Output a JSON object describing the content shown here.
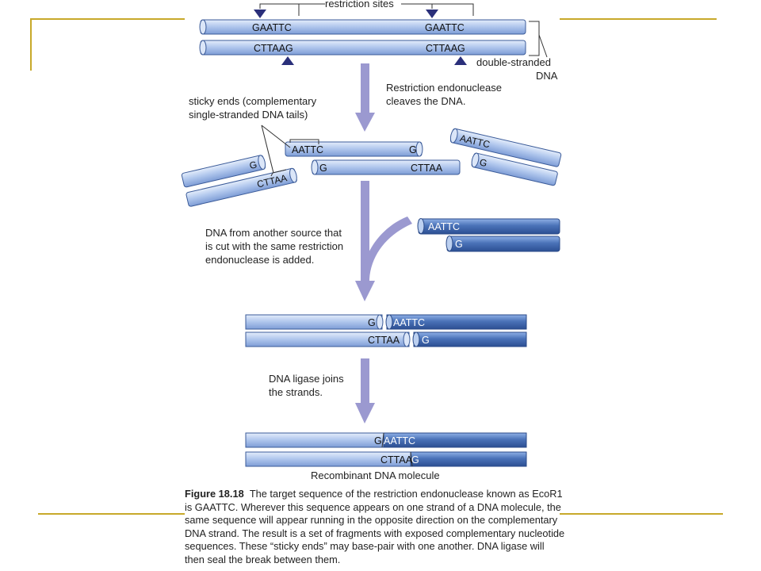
{
  "labels": {
    "restriction_sites": "restriction sites",
    "double_stranded": "double-stranded",
    "dna": "DNA",
    "step1_line1": "Restriction endonuclease",
    "step1_line2": "cleaves the DNA.",
    "sticky_line1": "sticky ends (complementary",
    "sticky_line2": "single-stranded DNA tails)",
    "step2_line1": "DNA from another source that",
    "step2_line2": "is cut with the same restriction",
    "step2_line3": "endonuclease is added.",
    "step3_line1": "DNA ligase joins",
    "step3_line2": "the strands.",
    "final": "Recombinant DNA molecule"
  },
  "sequences": {
    "gaattc": "GAATTC",
    "cttaag": "CTTAAG",
    "aattc": "AATTC",
    "g": "G",
    "cttaa": "CTTAA",
    "g_aattc_a": "G",
    "g_aattc_b": "AATTC",
    "cttaa_g_a": "CTTAA",
    "cttaa_g_b": "G"
  },
  "caption": {
    "figure_label": "Figure 18.18",
    "text": "The target sequence of the restriction endonuclease known as EcoR1 is GAATTC. Wherever this sequence appears on one strand of a DNA molecule, the same sequence will appear running in the opposite direction on the complementary DNA strand. The result is a set of fragments with exposed complementary nucleotide sequences. These “sticky ends” may base-pair with one another. DNA ligase will then seal the break between them."
  },
  "colors": {
    "frame": "#c8a92a",
    "strand_light": "#a9c3ea",
    "strand_dark": "#4a72b8",
    "arrow": "#9b99d0",
    "marker": "#2a2f7a"
  }
}
